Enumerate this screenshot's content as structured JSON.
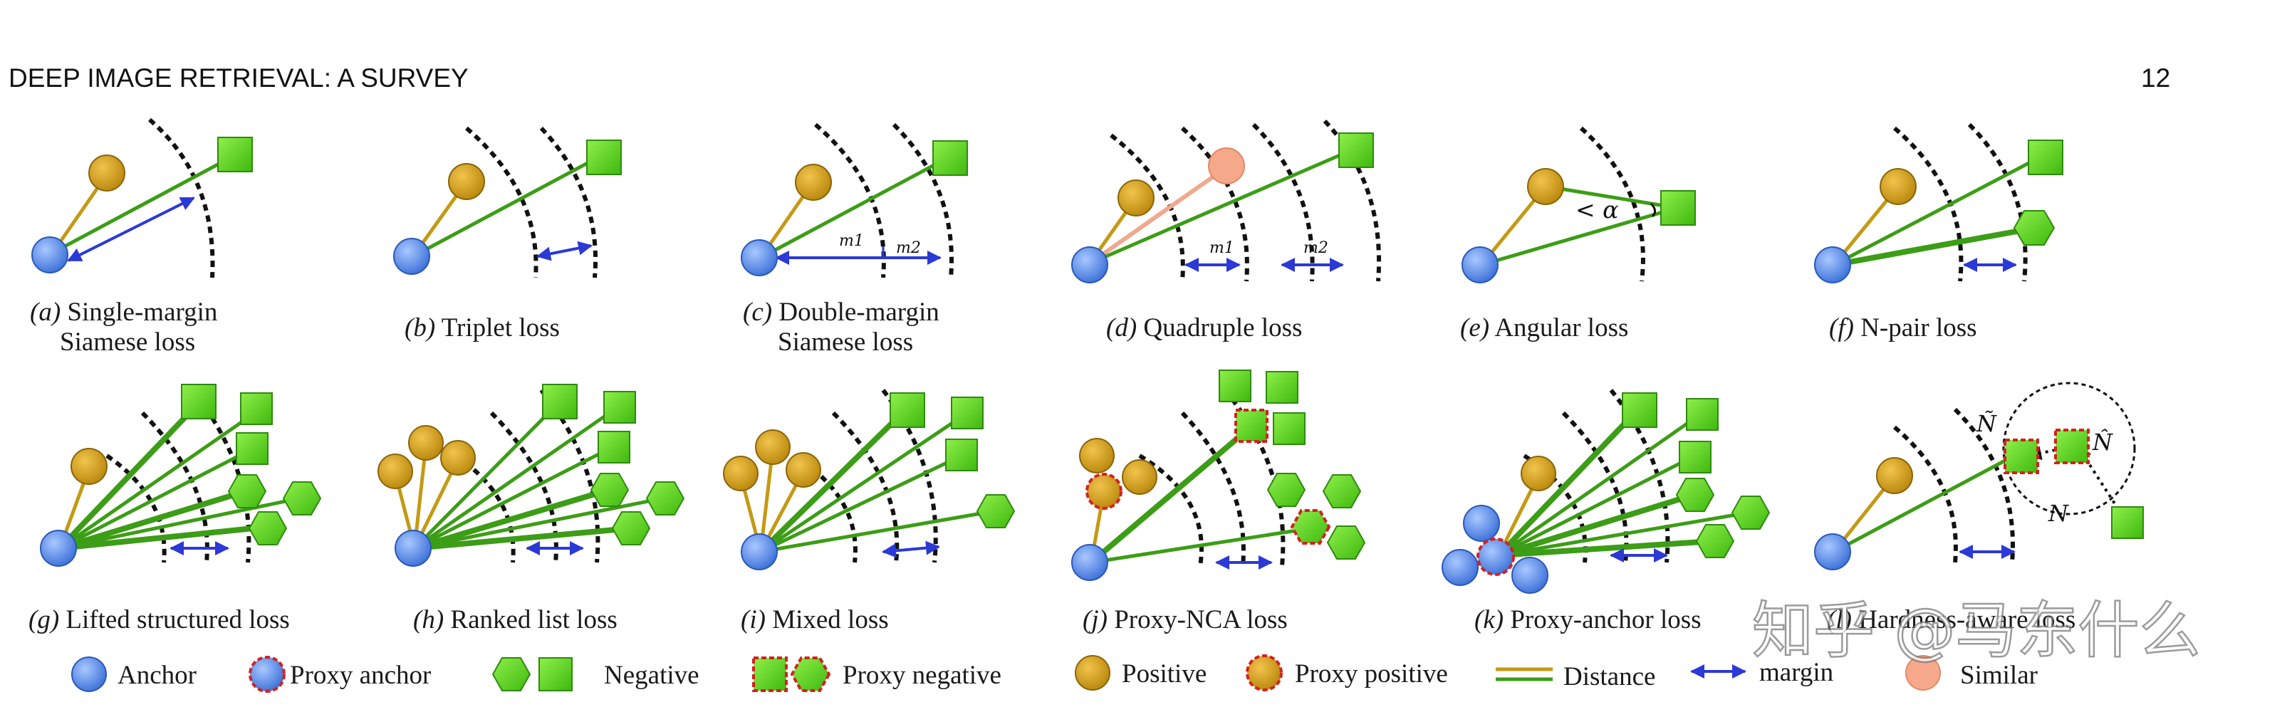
{
  "header": {
    "title": "DEEP IMAGE RETRIEVAL: A SURVEY",
    "page_number": "12"
  },
  "panels": [
    {
      "letter": "a",
      "caption": "Single-margin",
      "caption2": "Siamese loss"
    },
    {
      "letter": "b",
      "caption": "Triplet loss"
    },
    {
      "letter": "c",
      "caption": "Double-margin",
      "caption2": "Siamese loss",
      "labels": [
        "m1",
        "m2"
      ]
    },
    {
      "letter": "d",
      "caption": "Quadruple loss",
      "labels": [
        "m1",
        "m2"
      ]
    },
    {
      "letter": "e",
      "caption": "Angular loss",
      "labels": [
        "< α"
      ]
    },
    {
      "letter": "f",
      "caption": "N-pair loss"
    },
    {
      "letter": "g",
      "caption": "Lifted structured loss"
    },
    {
      "letter": "h",
      "caption": "Ranked list loss"
    },
    {
      "letter": "i",
      "caption": "Mixed loss"
    },
    {
      "letter": "j",
      "caption": "Proxy-NCA loss"
    },
    {
      "letter": "k",
      "caption": "Proxy-anchor loss"
    },
    {
      "letter": "l",
      "caption": "Hardness-aware loss",
      "labels": [
        "Ñ",
        "N̂",
        "N"
      ]
    }
  ],
  "legend": {
    "anchor": "Anchor",
    "proxy_anchor": "Proxy anchor",
    "negative": "Negative",
    "proxy_negative": "Proxy negative",
    "positive": "Positive",
    "proxy_positive": "Proxy positive",
    "distance": "Distance",
    "margin": "margin",
    "similar": "Similar"
  },
  "watermark": "知乎 @马东什么",
  "colors": {
    "anchor": "#4f86e8",
    "positive": "#d6a01f",
    "negative": "#5ed11f",
    "distance_line": "#c49a14",
    "negative_line": "#3c9d16",
    "margin_arrow": "#2b39d6",
    "similar": "#f6a98a",
    "proxy_border": "#d42020"
  }
}
